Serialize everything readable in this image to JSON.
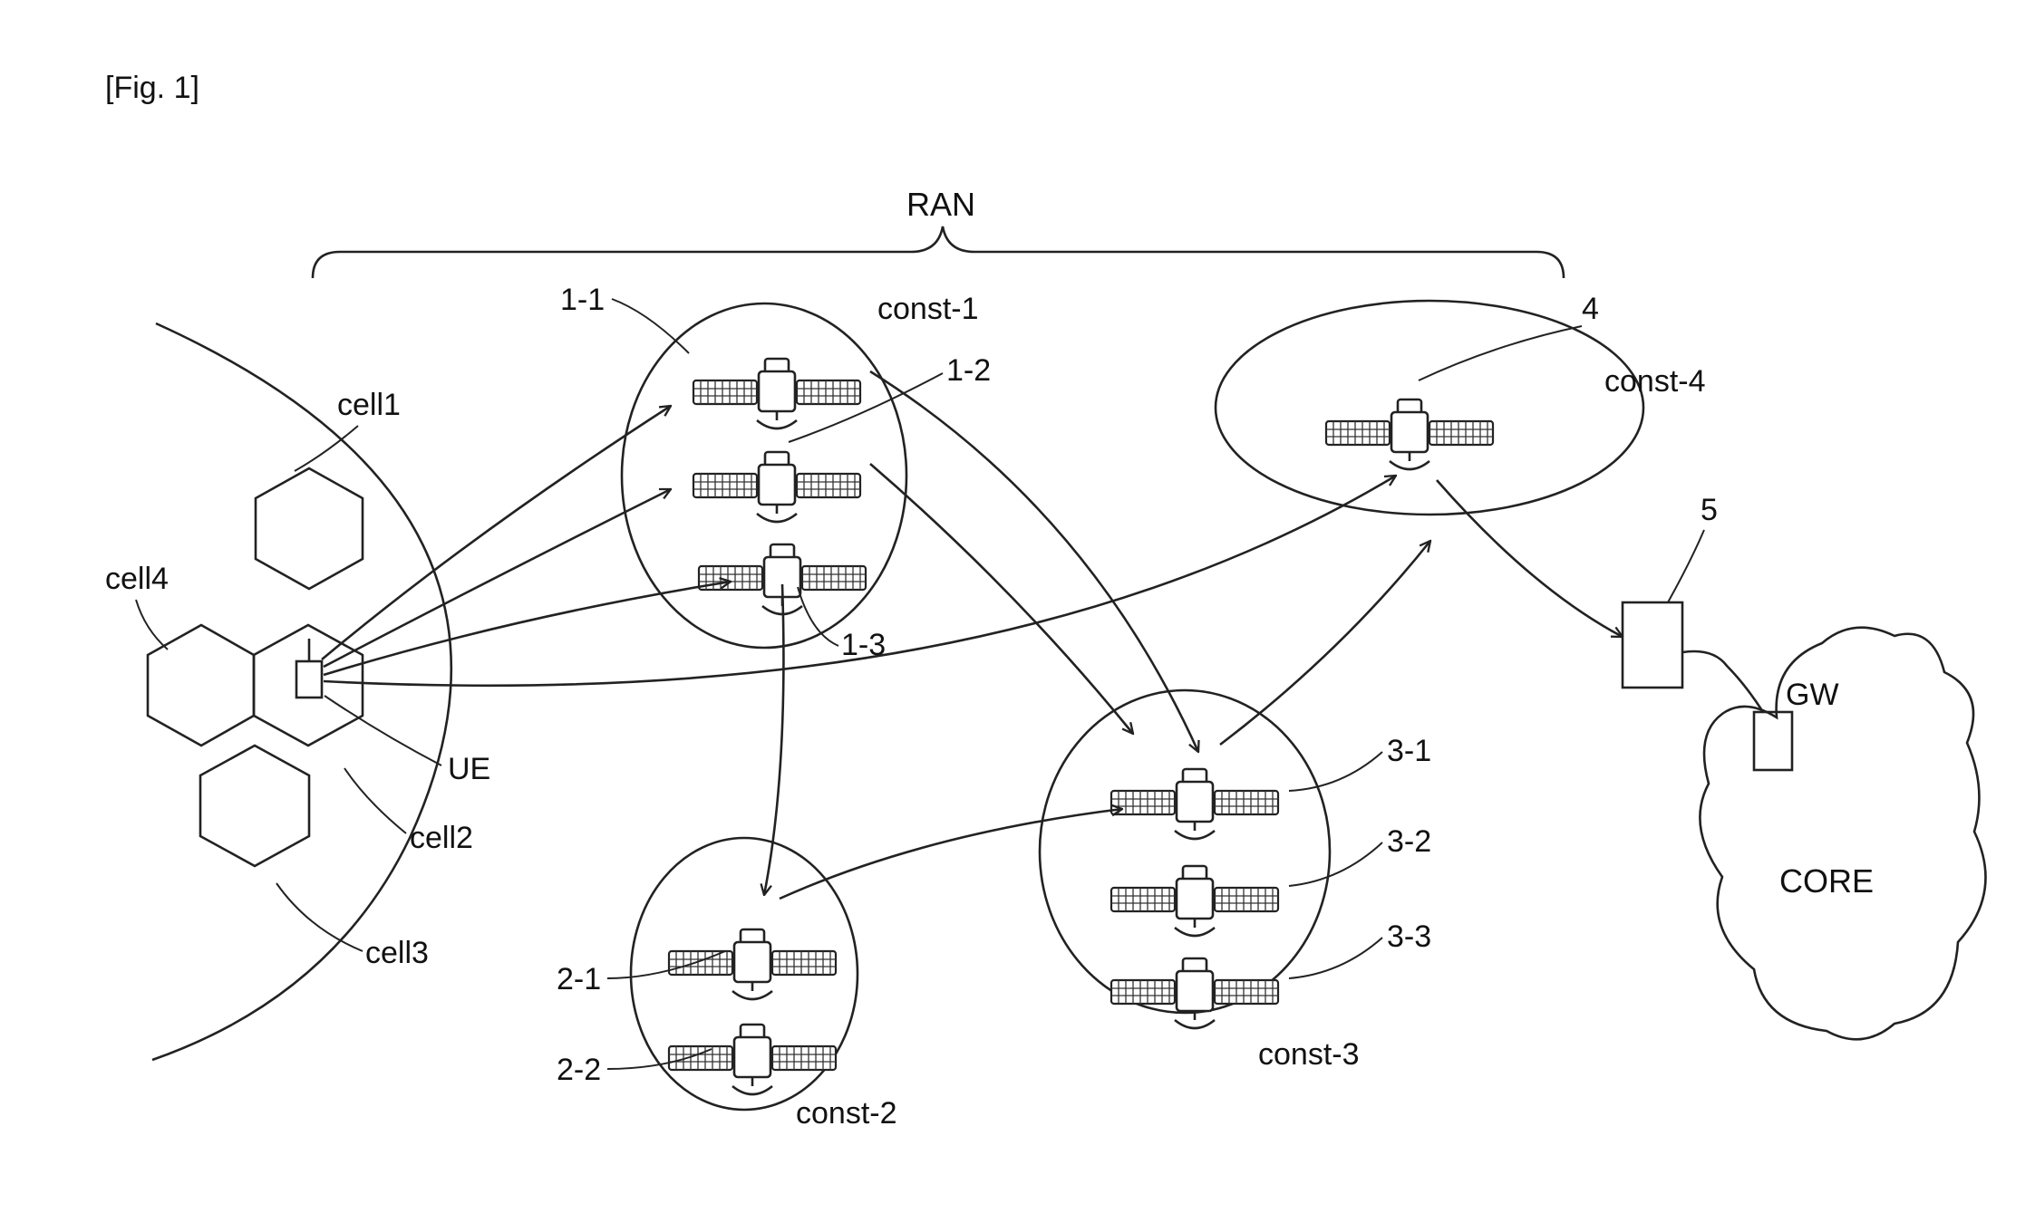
{
  "figure_label": "[Fig. 1]",
  "labels": {
    "ran": "RAN",
    "cell1": "cell1",
    "cell2": "cell2",
    "cell3": "cell3",
    "cell4": "cell4",
    "ue": "UE",
    "const1": "const-1",
    "const2": "const-2",
    "const3": "const-3",
    "const4": "const-4",
    "sat_1_1": "1-1",
    "sat_1_2": "1-2",
    "sat_1_3": "1-3",
    "sat_2_1": "2-1",
    "sat_2_2": "2-2",
    "sat_3_1": "3-1",
    "sat_3_2": "3-2",
    "sat_3_3": "3-3",
    "sat_4": "4",
    "ref_5": "5",
    "gw": "GW",
    "core": "CORE"
  },
  "colors": {
    "line": "#222222",
    "background": "#ffffff"
  }
}
